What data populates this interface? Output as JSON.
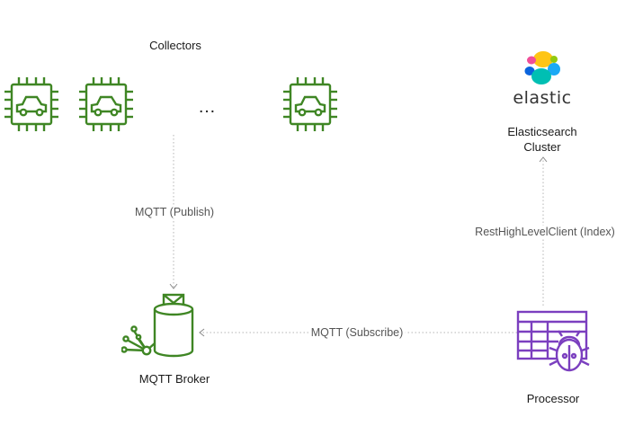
{
  "collectors": {
    "title": "Collectors",
    "ellipsis": "…",
    "icon_count": 3
  },
  "elastic": {
    "logo_word": "elastic",
    "label_line1": "Elasticsearch",
    "label_line2": "Cluster"
  },
  "broker": {
    "label": "MQTT Broker"
  },
  "processor": {
    "label": "Processor"
  },
  "edges": {
    "publish": "MQTT (Publish)",
    "subscribe": "MQTT (Subscribe)",
    "index": "RestHighLevelClient (Index)"
  },
  "colors": {
    "icon_green": "#3f8624",
    "processor_purple": "#7b3fbf",
    "edge_gray": "#b5b5b5"
  }
}
